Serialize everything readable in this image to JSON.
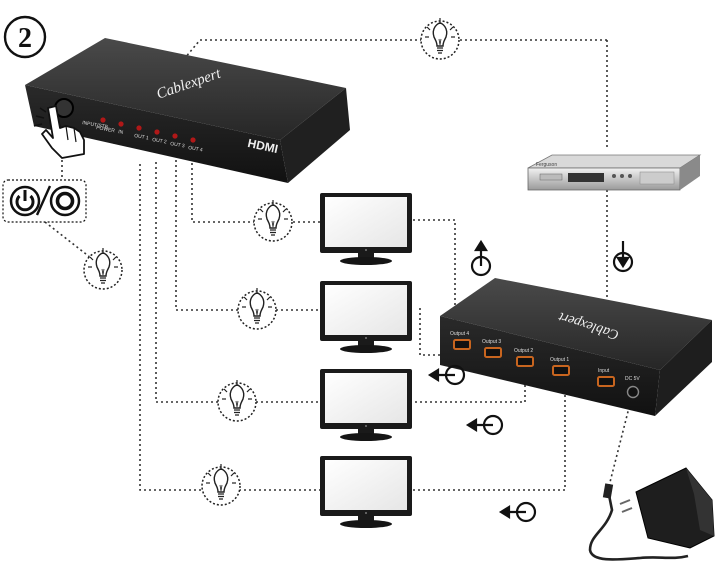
{
  "step_number": "2",
  "power_symbols": [
    "⏻",
    "◎"
  ],
  "switch": {
    "brand": "Cablexpert",
    "logo": "HDMI",
    "button_label": "INPUT/STB",
    "led_labels": [
      "POWER",
      "IN",
      "OUT 1",
      "OUT 2",
      "OUT 3",
      "OUT 4"
    ]
  },
  "splitter": {
    "brand": "Cablexpert",
    "port_labels": [
      "Output 4",
      "Output 3",
      "Output 2",
      "Output 1",
      "Input"
    ],
    "power_label": "DC 5V"
  },
  "receiver": {
    "brand": "Ferguson"
  },
  "colors": {
    "device_body": "#2b2b2b",
    "device_front": "#1b1b1b",
    "led": "#b01818",
    "hdmi_port": "#c8651f",
    "wire": "#333333"
  }
}
